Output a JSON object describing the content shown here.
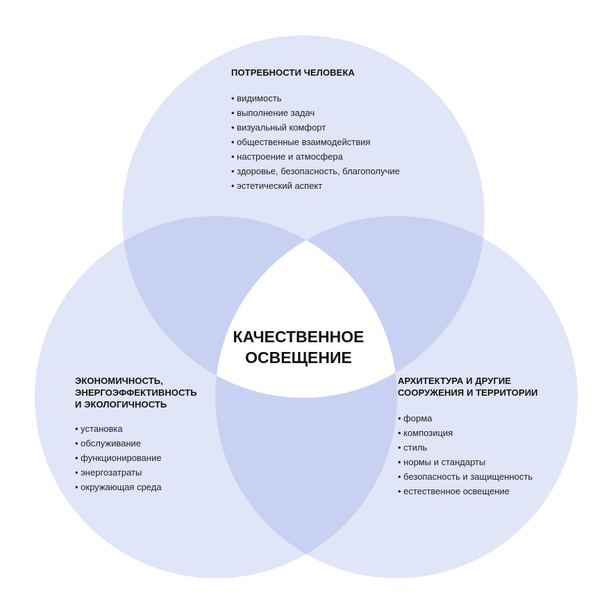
{
  "diagram": {
    "type": "venn-3",
    "colors": {
      "circle_fill": "#e1e5f8",
      "overlap_fill": "#c8d1f2",
      "center_fill": "#ffffff"
    },
    "center": {
      "label": "КАЧЕСТВЕННОЕ\nОСВЕЩЕНИЕ"
    },
    "top": {
      "title": "ПОТРЕБНОСТИ ЧЕЛОВЕКА",
      "items": [
        "видимость",
        "выполнение задач",
        "визуальный комфорт",
        "общественные взаимодействия",
        "настроение и атмосфера",
        "здоровье, безопасность, благополучие",
        "эстетический аспект"
      ]
    },
    "left": {
      "title": "ЭКОНОМИЧНОСТЬ,\nЭНЕРГОЭФФЕКТИВНОСТЬ\nИ ЭКОЛОГИЧНОСТЬ",
      "items": [
        "установка",
        "обслуживание",
        "функционирование",
        "энергозатраты",
        "окружающая среда"
      ]
    },
    "right": {
      "title": "АРХИТЕКТУРА И ДРУГИЕ\nСООРУЖЕНИЯ И ТЕРРИТОРИИ",
      "items": [
        "форма",
        "композиция",
        "стиль",
        "нормы и стандарты",
        "безопасность и защищенность",
        "естественное освещение"
      ]
    }
  }
}
